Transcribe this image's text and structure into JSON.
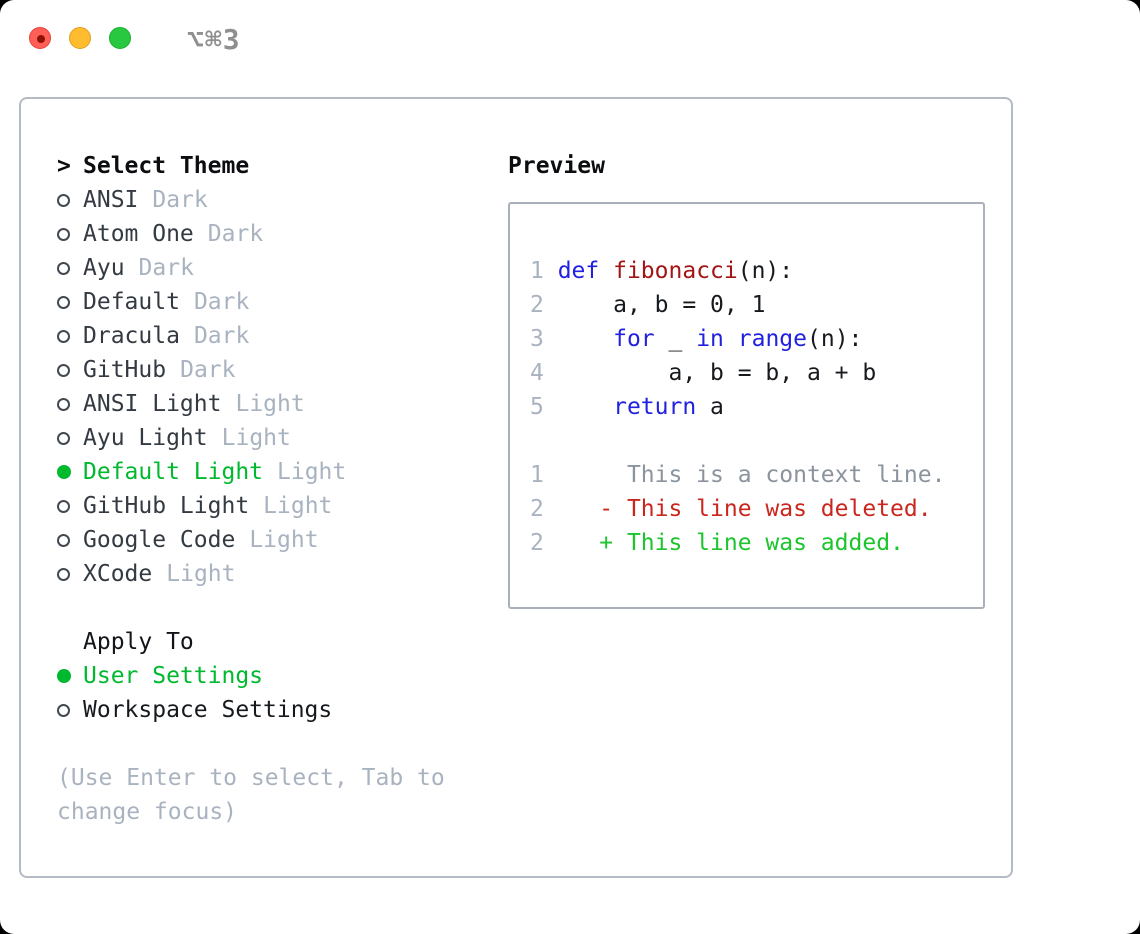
{
  "titlebar": {
    "title": "⌥⌘3"
  },
  "theme_picker": {
    "header": {
      "prompt": ">",
      "label": "Select Theme"
    },
    "themes": [
      {
        "name": "ANSI",
        "variant": "Dark",
        "selected": false
      },
      {
        "name": "Atom One",
        "variant": "Dark",
        "selected": false
      },
      {
        "name": "Ayu",
        "variant": "Dark",
        "selected": false
      },
      {
        "name": "Default",
        "variant": "Dark",
        "selected": false
      },
      {
        "name": "Dracula",
        "variant": "Dark",
        "selected": false
      },
      {
        "name": "GitHub",
        "variant": "Dark",
        "selected": false
      },
      {
        "name": "ANSI Light",
        "variant": "Light",
        "selected": false
      },
      {
        "name": "Ayu Light",
        "variant": "Light",
        "selected": false
      },
      {
        "name": "Default Light",
        "variant": "Light",
        "selected": true
      },
      {
        "name": "GitHub Light",
        "variant": "Light",
        "selected": false
      },
      {
        "name": "Google Code",
        "variant": "Light",
        "selected": false
      },
      {
        "name": "XCode",
        "variant": "Light",
        "selected": false
      }
    ],
    "apply_to": {
      "header": "Apply To",
      "options": [
        {
          "label": "User Settings",
          "selected": true
        },
        {
          "label": "Workspace Settings",
          "selected": false
        }
      ]
    },
    "help": "(Use Enter to select, Tab to change focus)"
  },
  "preview": {
    "title": "Preview",
    "lines": [
      {
        "tokens": [
          {
            "t": "1 ",
            "c": "num"
          },
          {
            "t": "def",
            "c": "kw"
          },
          {
            "t": " ",
            "c": "pl"
          },
          {
            "t": "fibonacci",
            "c": "fn"
          },
          {
            "t": "(n):",
            "c": "pl"
          }
        ]
      },
      {
        "tokens": [
          {
            "t": "2 ",
            "c": "num"
          },
          {
            "t": "    a, b = 0, 1",
            "c": "pl"
          }
        ]
      },
      {
        "tokens": [
          {
            "t": "3 ",
            "c": "num"
          },
          {
            "t": "    ",
            "c": "pl"
          },
          {
            "t": "for",
            "c": "kw"
          },
          {
            "t": " _ ",
            "c": "pl"
          },
          {
            "t": "in",
            "c": "kw"
          },
          {
            "t": " ",
            "c": "pl"
          },
          {
            "t": "range",
            "c": "kw"
          },
          {
            "t": "(n):",
            "c": "pl"
          }
        ]
      },
      {
        "tokens": [
          {
            "t": "4 ",
            "c": "num"
          },
          {
            "t": "        a, b = b, a + b",
            "c": "pl"
          }
        ]
      },
      {
        "tokens": [
          {
            "t": "5 ",
            "c": "num"
          },
          {
            "t": "    ",
            "c": "pl"
          },
          {
            "t": "return",
            "c": "kw"
          },
          {
            "t": " a",
            "c": "pl"
          }
        ]
      },
      {
        "tokens": []
      },
      {
        "tokens": [
          {
            "t": "1",
            "c": "num"
          },
          {
            "t": "      This is a context line.",
            "c": "ctx"
          }
        ]
      },
      {
        "tokens": [
          {
            "t": "2",
            "c": "num"
          },
          {
            "t": "    - This line was deleted.",
            "c": "del"
          }
        ]
      },
      {
        "tokens": [
          {
            "t": "2",
            "c": "num"
          },
          {
            "t": "    + This line was added.",
            "c": "add"
          }
        ]
      }
    ]
  },
  "colors": {
    "accent_green": "#00b92e",
    "added_green": "#1cc42d",
    "deleted_red": "#c9271d",
    "keyword_blue": "#2121df",
    "function_red": "#a31515",
    "text_dark": "#343a42",
    "text_muted": "#a9b3c0",
    "context_gray": "#8b939d",
    "line_number_gray": "#a9b3c0",
    "border_gray": "#b5bbc4",
    "titlebar_gray": "#8f8f8f",
    "traffic_red": "#ff5f57",
    "traffic_yellow": "#febc2e",
    "traffic_green": "#28c840"
  }
}
